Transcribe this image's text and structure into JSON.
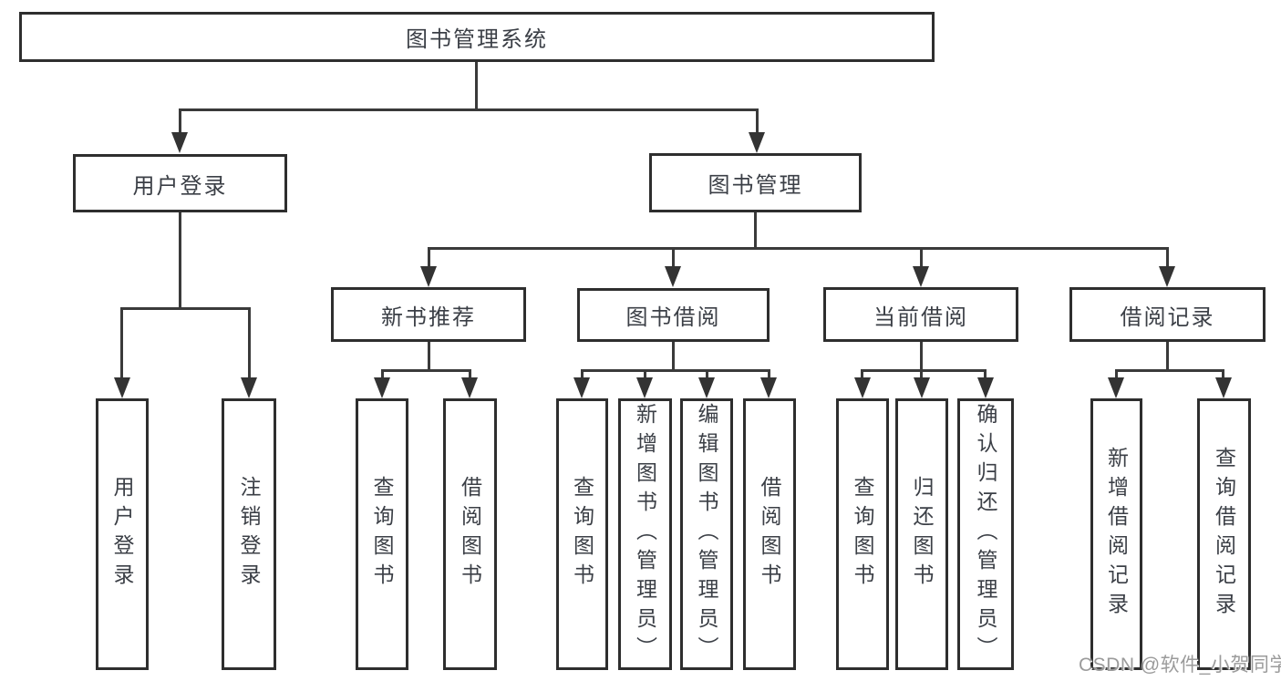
{
  "tree": {
    "label": "图书管理系统",
    "children": [
      {
        "label": "用户登录",
        "children": [
          {
            "label": "用户登录"
          },
          {
            "label": "注销登录"
          }
        ]
      },
      {
        "label": "图书管理",
        "children": [
          {
            "label": "新书推荐",
            "children": [
              {
                "label": "查询图书"
              },
              {
                "label": "借阅图书"
              }
            ]
          },
          {
            "label": "图书借阅",
            "children": [
              {
                "label": "查询图书"
              },
              {
                "label": "新增图书（管理员）"
              },
              {
                "label": "编辑图书（管理员）"
              },
              {
                "label": "借阅图书"
              }
            ]
          },
          {
            "label": "当前借阅",
            "children": [
              {
                "label": "查询图书"
              },
              {
                "label": "归还图书"
              },
              {
                "label": "确认归还（管理员）"
              }
            ]
          },
          {
            "label": "借阅记录",
            "children": [
              {
                "label": "新增借阅记录"
              },
              {
                "label": "查询借阅记录"
              }
            ]
          }
        ]
      }
    ]
  },
  "watermark": {
    "text": "CSDN @软件_小贺同学"
  },
  "colors": {
    "background": "#ffffff",
    "box_border": "#2e2e2e",
    "line": "#3a3a3a",
    "text": "#3b3f46",
    "watermark": "#9b9b9b"
  }
}
